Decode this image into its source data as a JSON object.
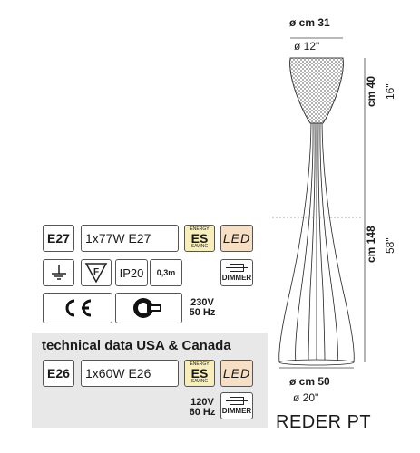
{
  "dimensions": {
    "top_diameter_cm": "ø cm 31",
    "top_diameter_in": "ø 12\"",
    "head_height_cm": "cm 40",
    "head_height_in": "16\"",
    "body_height_cm": "cm 148",
    "body_height_in": "58\"",
    "base_diameter_cm": "ø cm 50",
    "base_diameter_in": "ø 20\""
  },
  "specs_eu": {
    "socket": "E27",
    "bulb": "1x77W E27",
    "energy_label_top": "ENERGY",
    "energy_label_big": "ES",
    "energy_label_bottom": "SAVING",
    "led": "LED",
    "ip_rating": "IP20",
    "distance": "0,3m",
    "dimmer": "DIMMER",
    "voltage": "230V",
    "frequency": "50 Hz"
  },
  "specs_usa": {
    "title": "technical data USA & Canada",
    "socket": "E26",
    "bulb": "1x60W E26",
    "energy_label_top": "ENERGY",
    "energy_label_big": "ES",
    "energy_label_bottom": "SAVING",
    "led": "LED",
    "voltage": "120V",
    "frequency": "60 Hz",
    "dimmer": "DIMMER"
  },
  "product_name": "REDER PT"
}
